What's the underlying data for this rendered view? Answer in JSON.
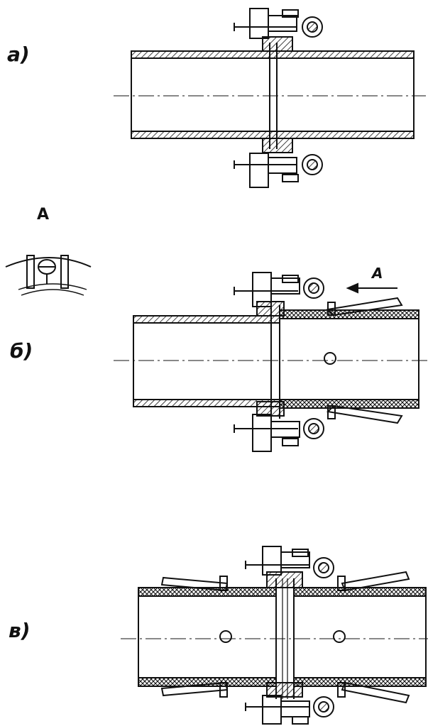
{
  "labels": {
    "fig_a": "a)",
    "fig_b": "б)",
    "fig_v": "в)",
    "view_a": "A",
    "arrow_a": "A"
  },
  "colors": {
    "ink": "#111111",
    "background": "#ffffff"
  }
}
